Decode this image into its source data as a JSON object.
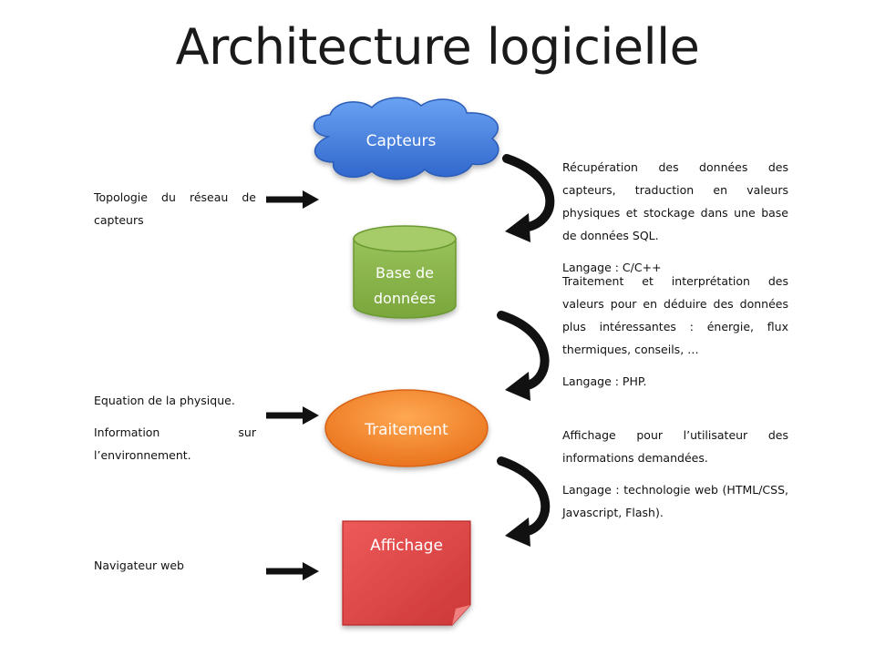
{
  "title": "Architecture logicielle",
  "nodes": {
    "capteurs": "Capteurs",
    "base_line1": "Base de",
    "base_line2": "données",
    "traitement": "Traitement",
    "affichage": "Affichage"
  },
  "left_notes": {
    "topologie": "Topologie du réseau de capteurs",
    "equation": "Equation de la physique.",
    "information": "Information sur l’environnement.",
    "navigateur": "Navigateur web"
  },
  "right_notes": {
    "step1_desc": "Récupération des données des capteurs, traduction en valeurs physiques et stockage dans une base de données SQL.",
    "step1_lang": "Langage : C/C++",
    "step2_desc": "Traitement et interprétation des valeurs pour en déduire des données plus intéressantes : énergie, flux thermiques, conseils, …",
    "step2_lang": "Langage : PHP.",
    "step3_desc": "Affichage pour l’utilisateur des informations demandées.",
    "step3_lang": "Langage : technologie web (HTML/CSS, Javascript, Flash)."
  },
  "colors": {
    "cloud": "#3f7fe0",
    "cylinder": "#8cb84a",
    "traitement": "#f0842a",
    "affichage": "#e04848",
    "arrow": "#111111"
  }
}
